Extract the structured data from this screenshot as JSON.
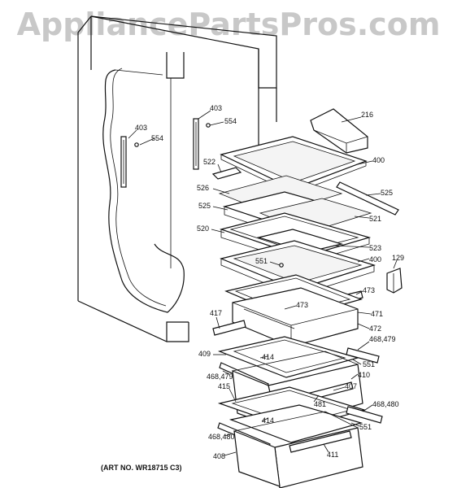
{
  "watermark": "AppliancePartsPros.com",
  "art_number": "(ART NO. WR18715 C3)",
  "callouts": [
    {
      "id": "c216",
      "text": "216"
    },
    {
      "id": "c403a",
      "text": "403"
    },
    {
      "id": "c554a",
      "text": "554"
    },
    {
      "id": "c403b",
      "text": "403"
    },
    {
      "id": "c554b",
      "text": "554"
    },
    {
      "id": "c400a",
      "text": "400"
    },
    {
      "id": "c522",
      "text": "522"
    },
    {
      "id": "c526",
      "text": "526"
    },
    {
      "id": "c525a",
      "text": "525"
    },
    {
      "id": "c525b",
      "text": "525"
    },
    {
      "id": "c521",
      "text": "521"
    },
    {
      "id": "c520",
      "text": "520"
    },
    {
      "id": "c523",
      "text": "523"
    },
    {
      "id": "c129",
      "text": "129"
    },
    {
      "id": "c400b",
      "text": "400"
    },
    {
      "id": "c551a",
      "text": "551"
    },
    {
      "id": "c473a",
      "text": "473"
    },
    {
      "id": "c473b",
      "text": "473"
    },
    {
      "id": "c471",
      "text": "471"
    },
    {
      "id": "c417",
      "text": "417"
    },
    {
      "id": "c472",
      "text": "472"
    },
    {
      "id": "c468a",
      "text": "468,479"
    },
    {
      "id": "c409",
      "text": "409"
    },
    {
      "id": "c414a",
      "text": "414"
    },
    {
      "id": "c551b",
      "text": "551"
    },
    {
      "id": "c468b",
      "text": "468,479"
    },
    {
      "id": "c410",
      "text": "410"
    },
    {
      "id": "c407",
      "text": "407"
    },
    {
      "id": "c415",
      "text": "415"
    },
    {
      "id": "c481",
      "text": "481"
    },
    {
      "id": "c468c",
      "text": "468,480"
    },
    {
      "id": "c414b",
      "text": "414"
    },
    {
      "id": "c551c",
      "text": "551"
    },
    {
      "id": "c468d",
      "text": "468,480"
    },
    {
      "id": "c411",
      "text": "411"
    },
    {
      "id": "c408",
      "text": "408"
    }
  ]
}
